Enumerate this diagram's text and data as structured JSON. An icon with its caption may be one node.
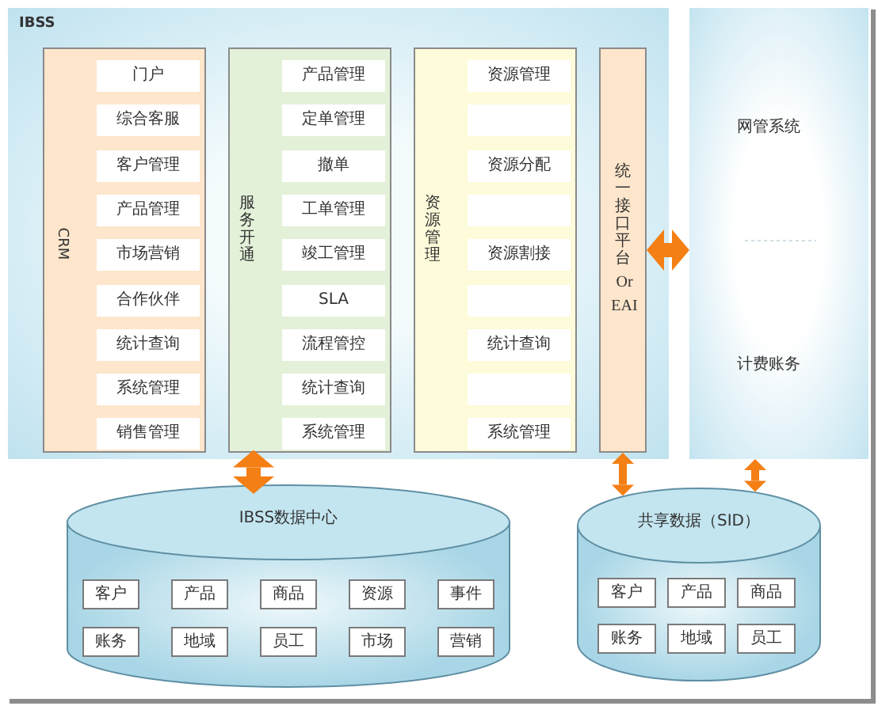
{
  "diagram": {
    "nodes": [
      {
        "text": [
          "IBSS"
        ]
      },
      {
        "text": [
          "CRM"
        ],
        "in": 0
      },
      {
        "text": [
          "门户"
        ],
        "in": 1
      },
      {
        "text": [
          "综合客服"
        ],
        "in": 1
      },
      {
        "text": [
          "客户管理"
        ],
        "in": 1
      },
      {
        "text": [
          "产品管理"
        ],
        "in": 1
      },
      {
        "text": [
          "市场营销"
        ],
        "in": 1
      },
      {
        "text": [
          "合作伙伴"
        ],
        "in": 1
      },
      {
        "text": [
          "统计查询"
        ],
        "in": 1
      },
      {
        "text": [
          "系统管理"
        ],
        "in": 1
      },
      {
        "text": [
          "销售管理"
        ],
        "in": 1
      },
      {
        "text": [
          "服务开通"
        ],
        "in": 0
      },
      {
        "text": [
          "产品管理"
        ],
        "in": 11
      },
      {
        "text": [
          "定单管理"
        ],
        "in": 11
      },
      {
        "text": [
          "撤单"
        ],
        "in": 11
      },
      {
        "text": [
          "工单管理"
        ],
        "in": 11
      },
      {
        "text": [
          "竣工管理"
        ],
        "in": 11
      },
      {
        "text": [
          "SLA"
        ],
        "in": 11
      },
      {
        "text": [
          "流程管控"
        ],
        "in": 11
      },
      {
        "text": [
          "统计查询"
        ],
        "in": 11
      },
      {
        "text": [
          "系统管理"
        ],
        "in": 11
      },
      {
        "text": [
          "资源管理"
        ],
        "in": 0
      },
      {
        "text": [
          "资源管理"
        ],
        "in": 21
      },
      {
        "text": [],
        "shape": "box",
        "in": 21
      },
      {
        "text": [
          "资源分配"
        ],
        "in": 21
      },
      {
        "text": [],
        "shape": "box",
        "in": 21
      },
      {
        "text": [
          "资源割接"
        ],
        "in": 21
      },
      {
        "text": [],
        "shape": "box",
        "in": 21
      },
      {
        "text": [
          "统计查询"
        ],
        "in": 21
      },
      {
        "text": [],
        "shape": "box",
        "in": 21
      },
      {
        "text": [
          "系统管理"
        ],
        "in": 21
      },
      {
        "text": [
          "统一接口平台",
          "Or EAI"
        ],
        "in": 0
      },
      {
        "text": [
          "网管系统",
          "计费账务"
        ]
      },
      {
        "text": [
          "IBSS数据中心"
        ]
      },
      {
        "text": [
          "客户"
        ],
        "in": 33
      },
      {
        "text": [
          "产品"
        ],
        "in": 33
      },
      {
        "text": [
          "商品"
        ],
        "in": 33
      },
      {
        "text": [
          "资源"
        ],
        "in": 33
      },
      {
        "text": [
          "事件"
        ],
        "in": 33
      },
      {
        "text": [
          "账务"
        ],
        "in": 33
      },
      {
        "text": [
          "地域"
        ],
        "in": 33
      },
      {
        "text": [
          "员工"
        ],
        "in": 33
      },
      {
        "text": [
          "市场"
        ],
        "in": 33
      },
      {
        "text": [
          "营销"
        ],
        "in": 33
      },
      {
        "text": [
          "共享数据（SID）"
        ]
      },
      {
        "text": [
          "客户"
        ],
        "in": 44
      },
      {
        "text": [
          "产品"
        ],
        "in": 44
      },
      {
        "text": [
          "商品"
        ],
        "in": 44
      },
      {
        "text": [
          "账务"
        ],
        "in": 44
      },
      {
        "text": [
          "地域"
        ],
        "in": 44
      },
      {
        "text": [
          "员工"
        ],
        "in": 44
      }
    ],
    "edges": [
      {
        "from": 31,
        "to": 32,
        "arrow": "both",
        "style": "thick"
      },
      {
        "from": 0,
        "to": 33,
        "arrow": "both",
        "style": "thick"
      },
      {
        "from": 31,
        "to": 44,
        "arrow": "both"
      },
      {
        "from": 32,
        "to": 44,
        "arrow": "both"
      }
    ]
  }
}
